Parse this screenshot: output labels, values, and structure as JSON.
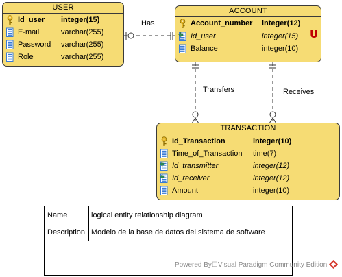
{
  "entities": {
    "user": {
      "name": "USER",
      "columns": [
        {
          "name": "Id_user",
          "type": "integer(15)",
          "kind": "pk"
        },
        {
          "name": "E-mail",
          "type": "varchar(255)",
          "kind": "col"
        },
        {
          "name": "Password",
          "type": "varchar(255)",
          "kind": "col"
        },
        {
          "name": "Role",
          "type": "varchar(255)",
          "kind": "col"
        }
      ]
    },
    "account": {
      "name": "ACCOUNT",
      "unique_marker": "U",
      "columns": [
        {
          "name": "Account_number",
          "type": "integer(12)",
          "kind": "pk"
        },
        {
          "name": "Id_user",
          "type": "integer(15)",
          "kind": "fk"
        },
        {
          "name": "Balance",
          "type": "integer(10)",
          "kind": "col"
        }
      ]
    },
    "transaction": {
      "name": "TRANSACTION",
      "columns": [
        {
          "name": "Id_Transaction",
          "type": "integer(10)",
          "kind": "pk"
        },
        {
          "name": "Time_of_Transaction",
          "type": "time(7)",
          "kind": "col"
        },
        {
          "name": "Id_transmitter",
          "type": "integer(12)",
          "kind": "fk"
        },
        {
          "name": "Id_receiver",
          "type": "integer(12)",
          "kind": "fk"
        },
        {
          "name": "Amount",
          "type": "integer(10)",
          "kind": "col"
        }
      ]
    }
  },
  "relationships": {
    "has": "Has",
    "transfers": "Transfers",
    "receives": "Receives"
  },
  "info": {
    "name_label": "Name",
    "name_value": "logical entity relationship diagram",
    "description_label": "Description",
    "description_value": "Modelo de la base de datos del sistema de software"
  },
  "credit": "Powered By☐Visual Paradigm Community Edition",
  "colors": {
    "entity_fill": "#f6dc74",
    "border": "#3a3a3a",
    "key_icon": "#e3b424",
    "column_icon": "#3a7bd5",
    "fk_arrow": "#2e8b57",
    "unique_marker": "#c00000",
    "credit_text": "#8a8a8a"
  }
}
